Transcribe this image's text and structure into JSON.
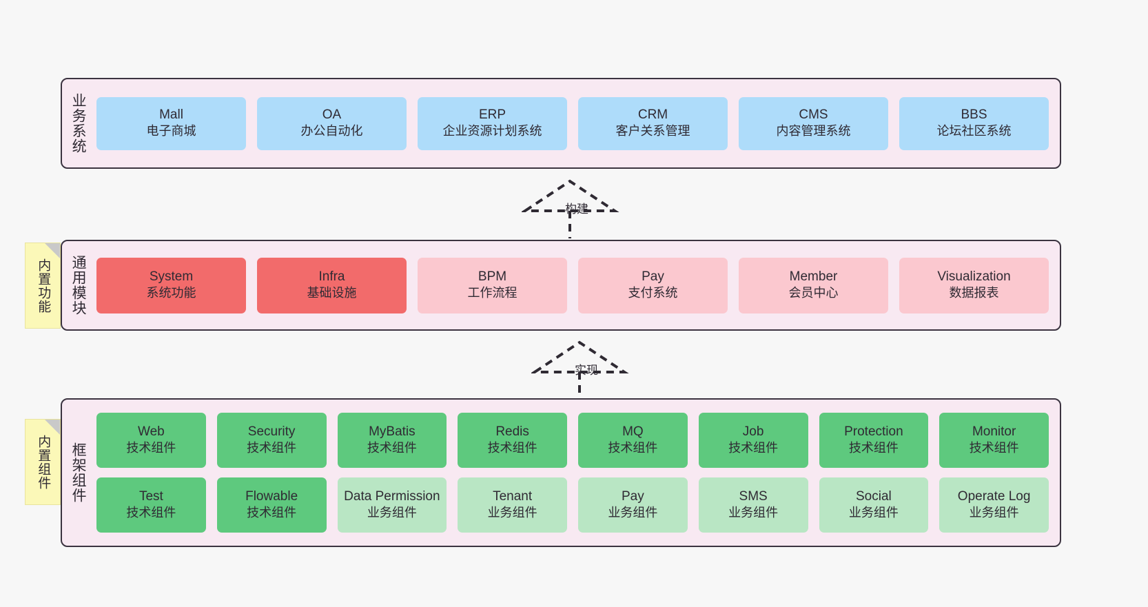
{
  "diagram": {
    "background": "#f7f7f7",
    "panel_fill": "#f8e9f2",
    "panel_border": "#3b3340",
    "sticky_fill": "#fbf8b8"
  },
  "layers": [
    {
      "id": "business-systems",
      "label": "业务系统",
      "card_color": "#aedcfa",
      "rows": [
        [
          {
            "en": "Mall",
            "cn": "电子商城"
          },
          {
            "en": "OA",
            "cn": "办公自动化"
          },
          {
            "en": "ERP",
            "cn": "企业资源计划系统"
          },
          {
            "en": "CRM",
            "cn": "客户关系管理"
          },
          {
            "en": "CMS",
            "cn": "内容管理系统"
          },
          {
            "en": "BBS",
            "cn": "论坛社区系统"
          }
        ]
      ]
    },
    {
      "id": "common-modules",
      "label": "通用模块",
      "sticky": "内置功能",
      "card_color_strong": "#f26b6b",
      "card_color_light": "#fbc8cf",
      "rows": [
        [
          {
            "en": "System",
            "cn": "系统功能",
            "tone": "strong"
          },
          {
            "en": "Infra",
            "cn": "基础设施",
            "tone": "strong"
          },
          {
            "en": "BPM",
            "cn": "工作流程",
            "tone": "light"
          },
          {
            "en": "Pay",
            "cn": "支付系统",
            "tone": "light"
          },
          {
            "en": "Member",
            "cn": "会员中心",
            "tone": "light"
          },
          {
            "en": "Visualization",
            "cn": "数据报表",
            "tone": "light"
          }
        ]
      ]
    },
    {
      "id": "framework-components",
      "label": "框架组件",
      "sticky": "内置组件",
      "card_color_strong": "#5ec97e",
      "card_color_light": "#b9e6c4",
      "rows": [
        [
          {
            "en": "Web",
            "cn": "技术组件",
            "tone": "strong"
          },
          {
            "en": "Security",
            "cn": "技术组件",
            "tone": "strong"
          },
          {
            "en": "MyBatis",
            "cn": "技术组件",
            "tone": "strong"
          },
          {
            "en": "Redis",
            "cn": "技术组件",
            "tone": "strong"
          },
          {
            "en": "MQ",
            "cn": "技术组件",
            "tone": "strong"
          },
          {
            "en": "Job",
            "cn": "技术组件",
            "tone": "strong"
          },
          {
            "en": "Protection",
            "cn": "技术组件",
            "tone": "strong"
          },
          {
            "en": "Monitor",
            "cn": "技术组件",
            "tone": "strong"
          }
        ],
        [
          {
            "en": "Test",
            "cn": "技术组件",
            "tone": "strong"
          },
          {
            "en": "Flowable",
            "cn": "技术组件",
            "tone": "strong"
          },
          {
            "en": "Data Permission",
            "cn": "业务组件",
            "tone": "light",
            "wrap": true
          },
          {
            "en": "Tenant",
            "cn": "业务组件",
            "tone": "light"
          },
          {
            "en": "Pay",
            "cn": "业务组件",
            "tone": "light"
          },
          {
            "en": "SMS",
            "cn": "业务组件",
            "tone": "light"
          },
          {
            "en": "Social",
            "cn": "业务组件",
            "tone": "light"
          },
          {
            "en": "Operate Log",
            "cn": "业务组件",
            "tone": "light"
          }
        ]
      ]
    }
  ],
  "connectors": [
    {
      "id": "build",
      "label": "构建"
    },
    {
      "id": "implement",
      "label": "实现"
    }
  ]
}
